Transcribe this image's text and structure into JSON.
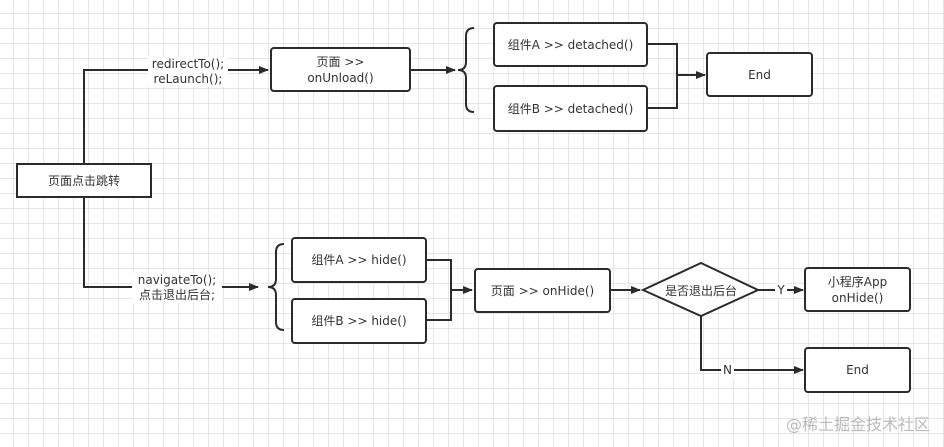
{
  "diagram": {
    "start": "页面点击跳转",
    "top_branch": {
      "edge_label": "redirectTo();\nreLaunch();",
      "page_node": "页面 >>\nonUnload()",
      "component_a": "组件A >> detached()",
      "component_b": "组件B >> detached()",
      "end": "End"
    },
    "bottom_branch": {
      "edge_label": "navigateTo();\n点击退出后台;",
      "component_a": "组件A >> hide()",
      "component_b": "组件B >> hide()",
      "page_node": "页面 >> onHide()",
      "decision": "是否退出后台",
      "yes_label": "Y",
      "no_label": "N",
      "yes_node": "小程序App\nonHide()",
      "end": "End"
    }
  },
  "watermark": "@稀土掘金技术社区",
  "colors": {
    "stroke": "#2b2b2b",
    "grid": "#e6e6e6",
    "text": "#333333"
  }
}
